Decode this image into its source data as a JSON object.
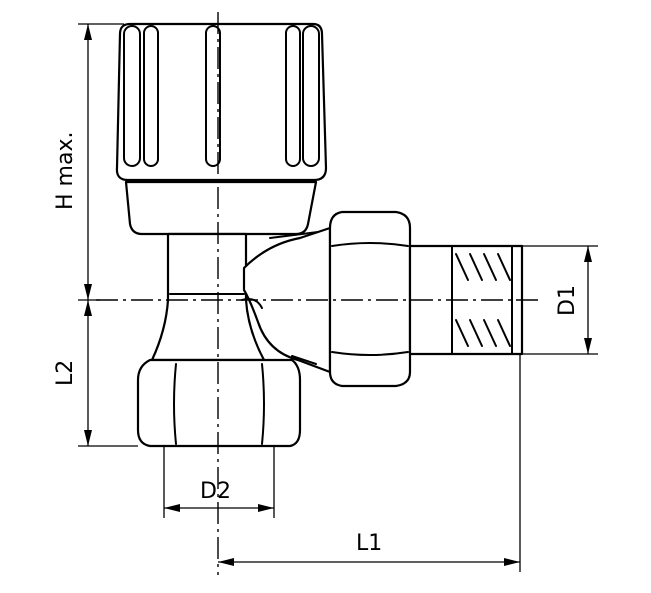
{
  "drawing": {
    "labels": {
      "h_max": "H max.",
      "l2": "L2",
      "d2": "D2",
      "l1": "L1",
      "d1": "D1"
    },
    "line_color": "#000000",
    "background": "#ffffff"
  }
}
